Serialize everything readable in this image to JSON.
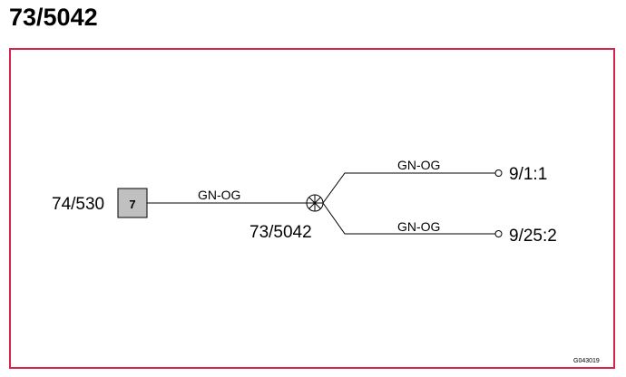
{
  "title": "73/5042",
  "diagram": {
    "source_connector": {
      "label": "74/530",
      "pin": "7"
    },
    "splice": {
      "label": "73/5042"
    },
    "wires": [
      {
        "color_code": "GN-OG"
      },
      {
        "color_code": "GN-OG"
      },
      {
        "color_code": "GN-OG"
      }
    ],
    "destinations": [
      {
        "label": "9/1:1"
      },
      {
        "label": "9/25:2"
      }
    ],
    "drawing_number": "G043019",
    "colors": {
      "frame": "#d6264e",
      "pin_box": "#c0c0c0",
      "line": "#000000"
    }
  }
}
